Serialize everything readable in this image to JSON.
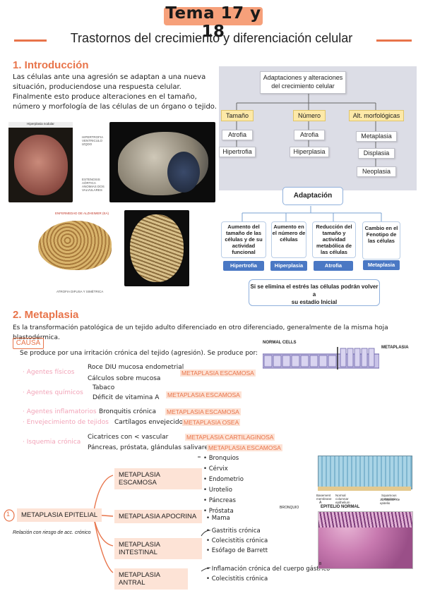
{
  "header": {
    "title": "Tema 17 y 18",
    "subtitle": "Trastornos del crecimiento y diferenciación celular"
  },
  "intro": {
    "heading": "1. Introducción",
    "lines": [
      "Las células ante una agresión se adaptan a una nueva",
      "situación, produciendose una respuesta celular.",
      "Finalmente esto produce alteraciones en el tamaño,",
      "número y morfología de las células de un órgano o tejido."
    ],
    "photo_labels": {
      "p1": "Hiperplasia nodular",
      "p2a": "HIPERTROFIA VENTRICULO IZQDO",
      "p2b": "ESTENOSIS AÓRTICA ANOMIAS DOS VALVULARES",
      "p3": "ENFERMEDAD DE ALZHEIMER (EA)",
      "p4": "ATROFIA DIFUSA Y SIMÉTRICA"
    }
  },
  "flow1": {
    "title_l1": "Adaptaciones y alteraciones",
    "title_l2": "del crecimiento celular",
    "col1_head": "Tamaño",
    "col1_items": [
      "Atrofia",
      "Hipertrofia"
    ],
    "col2_head": "Número",
    "col2_items": [
      "Atrofia",
      "Hiperplasia"
    ],
    "col3_head": "Alt. morfológicas",
    "col3_items": [
      "Metaplasia",
      "Displasia",
      "Neoplasia"
    ]
  },
  "flow2": {
    "root": "Adaptación",
    "cards": [
      {
        "text": "Aumento del tamaño de las células y de su actividad funcional",
        "btn": "Hipertrofia"
      },
      {
        "text": "Aumento en el número de células",
        "btn": "Hiperplasia"
      },
      {
        "text": "Reducción del tamaño y actividad metabólica de las células",
        "btn": "Atrofia"
      },
      {
        "text": "Cambio en el Fenotipo de las células",
        "btn": "Metaplasia"
      }
    ],
    "note_l1": "Si se elimina el estrés las células podrán volver a",
    "note_l2": "su estadío Inicial"
  },
  "metaplasia": {
    "heading": "2. Metaplasia",
    "definition": "Es la transformación patológica de un tejido adulto diferenciado en otro diferenciado, generalmente de la misma hoja blastodérmica.",
    "causa_label": "CAUSA",
    "causa_text": "Se produce por una irritación crónica del tejido (agresión). Se produce por:",
    "normal_cells": "NORMAL CELLS",
    "metaplasia_label": "METAPLASIA",
    "causes": [
      {
        "agent": "· Agentes físicos",
        "items": [
          "Roce DIU mucosa endometrial",
          "Cálculos sobre mucosa"
        ],
        "tag": "METAPLASIA ESCAMOSA"
      },
      {
        "agent": "· Agentes químicos",
        "items": [
          "Tabaco",
          "Déficit de vitamina A"
        ],
        "tag": "METAPLASIA ESCAMOSA"
      },
      {
        "agent": "· Agentes inflamatorios",
        "items": [
          "Bronquitis crónica"
        ],
        "tag": "METAPLASIA ESCAMOSA"
      },
      {
        "agent": "· Envejecimiento de tejidos",
        "items": [
          "Cartílagos envejecidos"
        ],
        "tag": "METAPLASIA OSEA"
      },
      {
        "agent": "· Isquemia crónica",
        "items": [
          "Cicatrices con < vascular",
          "Páncreas, próstata, glándulas salivares"
        ],
        "tag": "METAPLASIA CARTILAGINOSA",
        "tag2": "METAPLASIA ESCAMOSA"
      }
    ]
  },
  "epitelial": {
    "number": "1",
    "label": "METAPLASIA EPITELIAL",
    "note": "Relación con riesgo de acc. crónico",
    "branches": [
      {
        "name": "METAPLASIA ESCAMOSA",
        "items": [
          "Bronquios",
          "Cérvix",
          "Endometrio",
          "Urotelio",
          "Páncreas",
          "Próstata"
        ]
      },
      {
        "name": "METAPLASIA APOCRINA",
        "items": [
          "Mama"
        ]
      },
      {
        "name": "METAPLASIA INTESTINAL",
        "items": [
          "Gastritis crónica",
          "Colecistitis crónica",
          "Esófago de Barrett"
        ]
      },
      {
        "name": "METAPLASIA ANTRAL",
        "items": [
          "Inflamación crónica del cuerpo gástrico",
          "Colecistitis crónica"
        ]
      }
    ],
    "histo_labels": {
      "bronquio": "BRONQUIO",
      "epitelio": "EPITELIO NORMAL",
      "basement": "Basement membrane",
      "normal_col": "Normal columnar epithelium",
      "squamous": "Squamous metaplasia",
      "nota": "Sustitución de epitelio",
      "a": "A",
      "b": "B"
    }
  }
}
